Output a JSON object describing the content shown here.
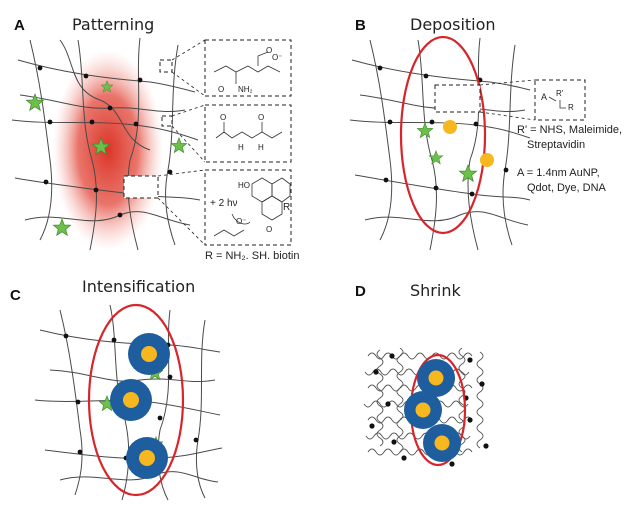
{
  "panels": {
    "a": {
      "letter": "A",
      "title": "Patterning",
      "chem_top": {
        "oxy": "O",
        "charge": "O⁻",
        "amine": "NH₂"
      },
      "chem_mid": {
        "o1": "O",
        "o2": "O",
        "h1": "H",
        "h2": "H"
      },
      "chem_bottom": {
        "photons": "+ 2 hν",
        "r_group": "R",
        "oxy": "O",
        "charge": "O⁻",
        "ho": "HO"
      },
      "r_caption": "R = NH₂. SH. biotin"
    },
    "b": {
      "letter": "B",
      "title": "Deposition",
      "inset": {
        "a_group": "A",
        "r_prime": "R'",
        "r_group": "R"
      },
      "r_prime_caption": [
        "R' = NHS, Maleimide,",
        "Streptavidin"
      ],
      "a_caption": [
        "A = 1.4nm AuNP,",
        "Qdot, Dye, DNA"
      ]
    },
    "c": {
      "letter": "C",
      "title": "Intensification"
    },
    "d": {
      "letter": "D",
      "title": "Shrink"
    }
  },
  "colors": {
    "red_ellipse": "#d7262b",
    "green_star": "#6cbf4a",
    "gold_particle": "#f6b81e",
    "blue_shell": "#1f5e9e",
    "red_glow": "#e0402f"
  }
}
